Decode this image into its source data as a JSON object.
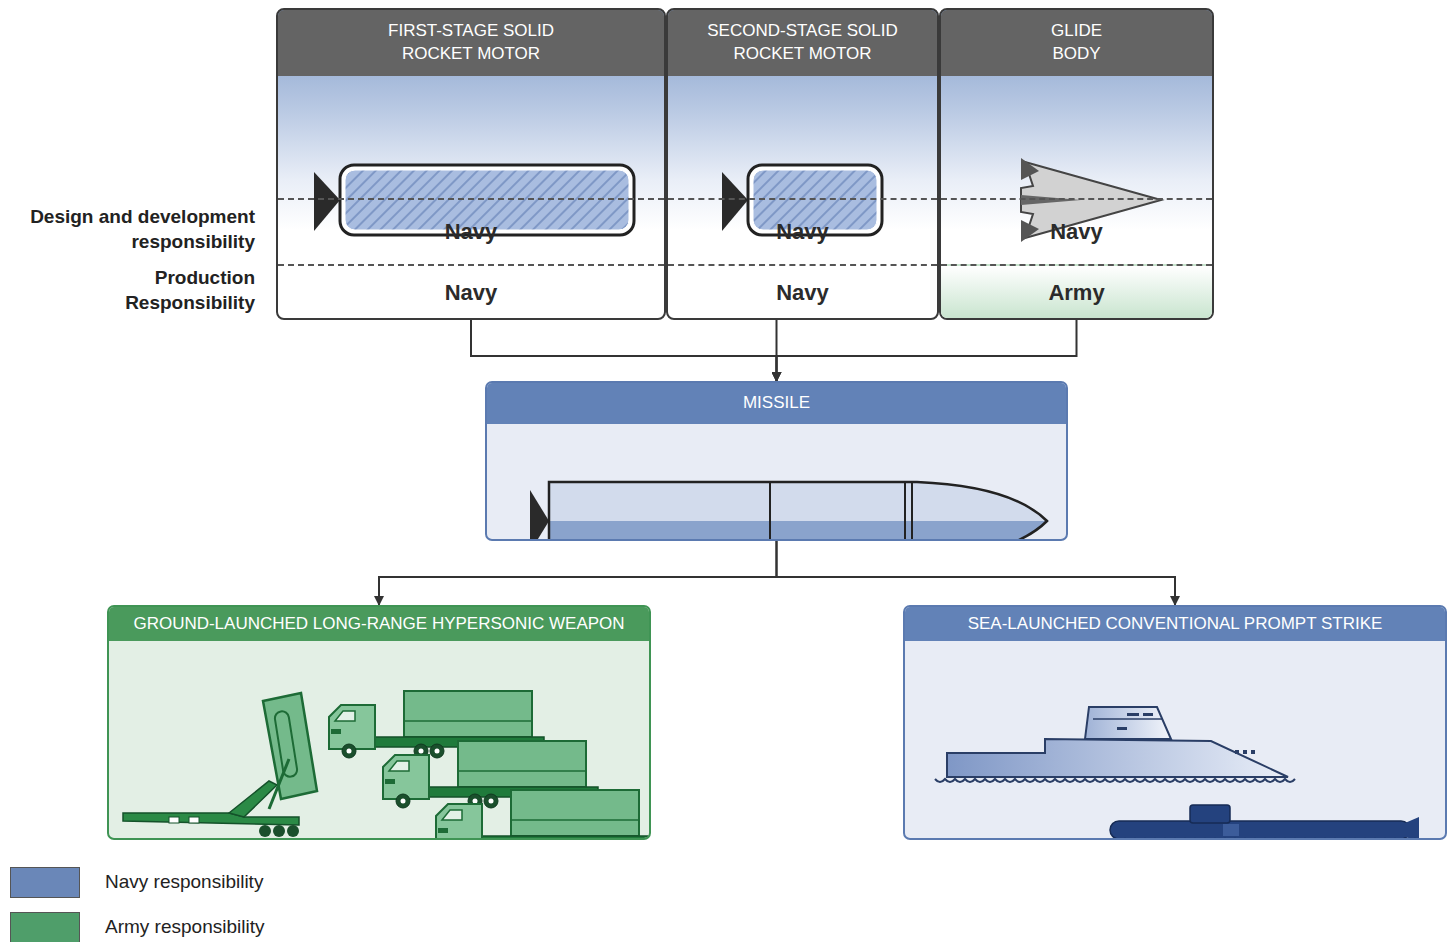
{
  "diagram": {
    "nodes": [
      {
        "text": [
          "FIRST-STAGE SOLID ROCKET MOTOR"
        ]
      },
      {
        "text": [
          "Navy"
        ],
        "in": 0
      },
      {
        "text": [
          "Navy"
        ],
        "in": 0
      },
      {
        "text": [
          "SECOND-STAGE SOLID ROCKET MOTOR"
        ]
      },
      {
        "text": [
          "Navy"
        ],
        "in": 3
      },
      {
        "text": [
          "Navy"
        ],
        "in": 3
      },
      {
        "text": [
          "GLIDE BODY"
        ]
      },
      {
        "text": [
          "Navy"
        ],
        "in": 6
      },
      {
        "text": [
          "Army"
        ],
        "in": 6
      },
      {
        "text": [
          "MISSILE"
        ]
      },
      {
        "text": [
          "GROUND-LAUNCHED LONG-RANGE HYPERSONIC WEAPON"
        ]
      },
      {
        "text": [
          "SEA-LAUNCHED CONVENTIONAL PROMPT STRIKE"
        ]
      }
    ],
    "edges": [
      {
        "from": 0,
        "to": 9,
        "arrow": "to"
      },
      {
        "from": 3,
        "to": 9,
        "arrow": "to"
      },
      {
        "from": 6,
        "to": 9,
        "arrow": "to"
      },
      {
        "from": 9,
        "to": 10,
        "arrow": "to"
      },
      {
        "from": 9,
        "to": 11,
        "arrow": "to"
      }
    ],
    "labels": [
      "Design and development responsibility",
      "Production Responsibility"
    ],
    "legend": [
      {
        "text": "Navy responsibility",
        "color": "#6a87b8"
      },
      {
        "text": "Army responsibility",
        "color": "#4f9e6a"
      }
    ]
  }
}
